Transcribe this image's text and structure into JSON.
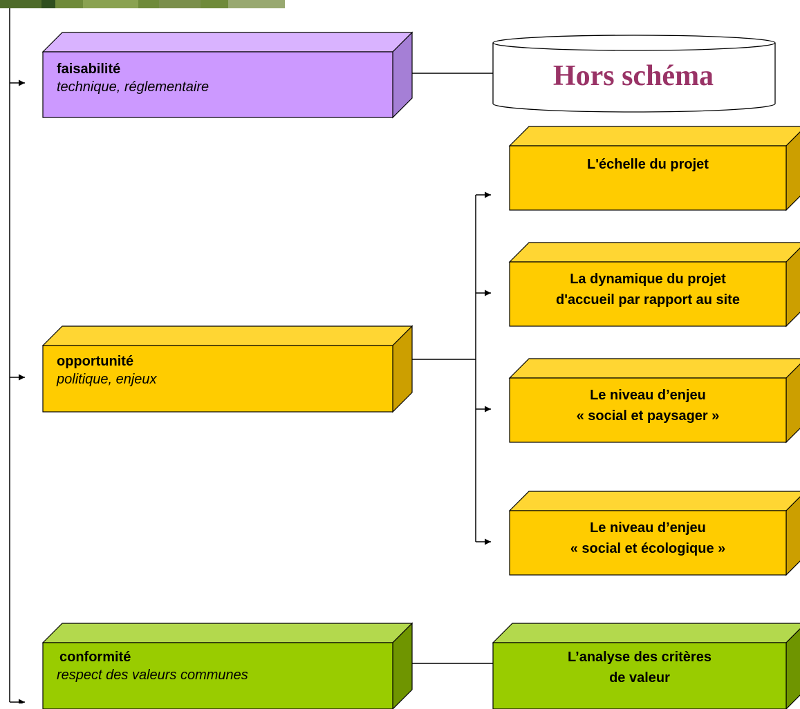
{
  "colors": {
    "purple": "#cc99ff",
    "purple_top": "#d9b3ff",
    "purple_side": "#a57fd6",
    "gold": "#ffcc00",
    "gold_top": "#ffd633",
    "gold_side": "#cc9f00",
    "green": "#99cc00",
    "green_top": "#b3d94d",
    "green_side": "#6f9500",
    "hors_schema": "#993366"
  },
  "criteria": {
    "faisabilite": {
      "title": "faisabilité",
      "subtitle": "technique, réglementaire"
    },
    "opportunite": {
      "title": "opportunité",
      "subtitle": "politique, enjeux"
    },
    "conformite": {
      "title": "conformité",
      "subtitle": "respect des valeurs communes"
    }
  },
  "outcome": {
    "hors_schema": "Hors schéma"
  },
  "opportunite_branches": [
    {
      "line1": "L'échelle du projet",
      "line2": ""
    },
    {
      "line1": "La dynamique du projet",
      "line2": "d'accueil par rapport au site"
    },
    {
      "line1": "Le niveau d’enjeu",
      "line2": "« social et paysager »"
    },
    {
      "line1": "Le niveau d’enjeu",
      "line2": "« social et  écologique »"
    }
  ],
  "conformite_branch": {
    "line1": "L’analyse des critères",
    "line2": "de valeur"
  }
}
